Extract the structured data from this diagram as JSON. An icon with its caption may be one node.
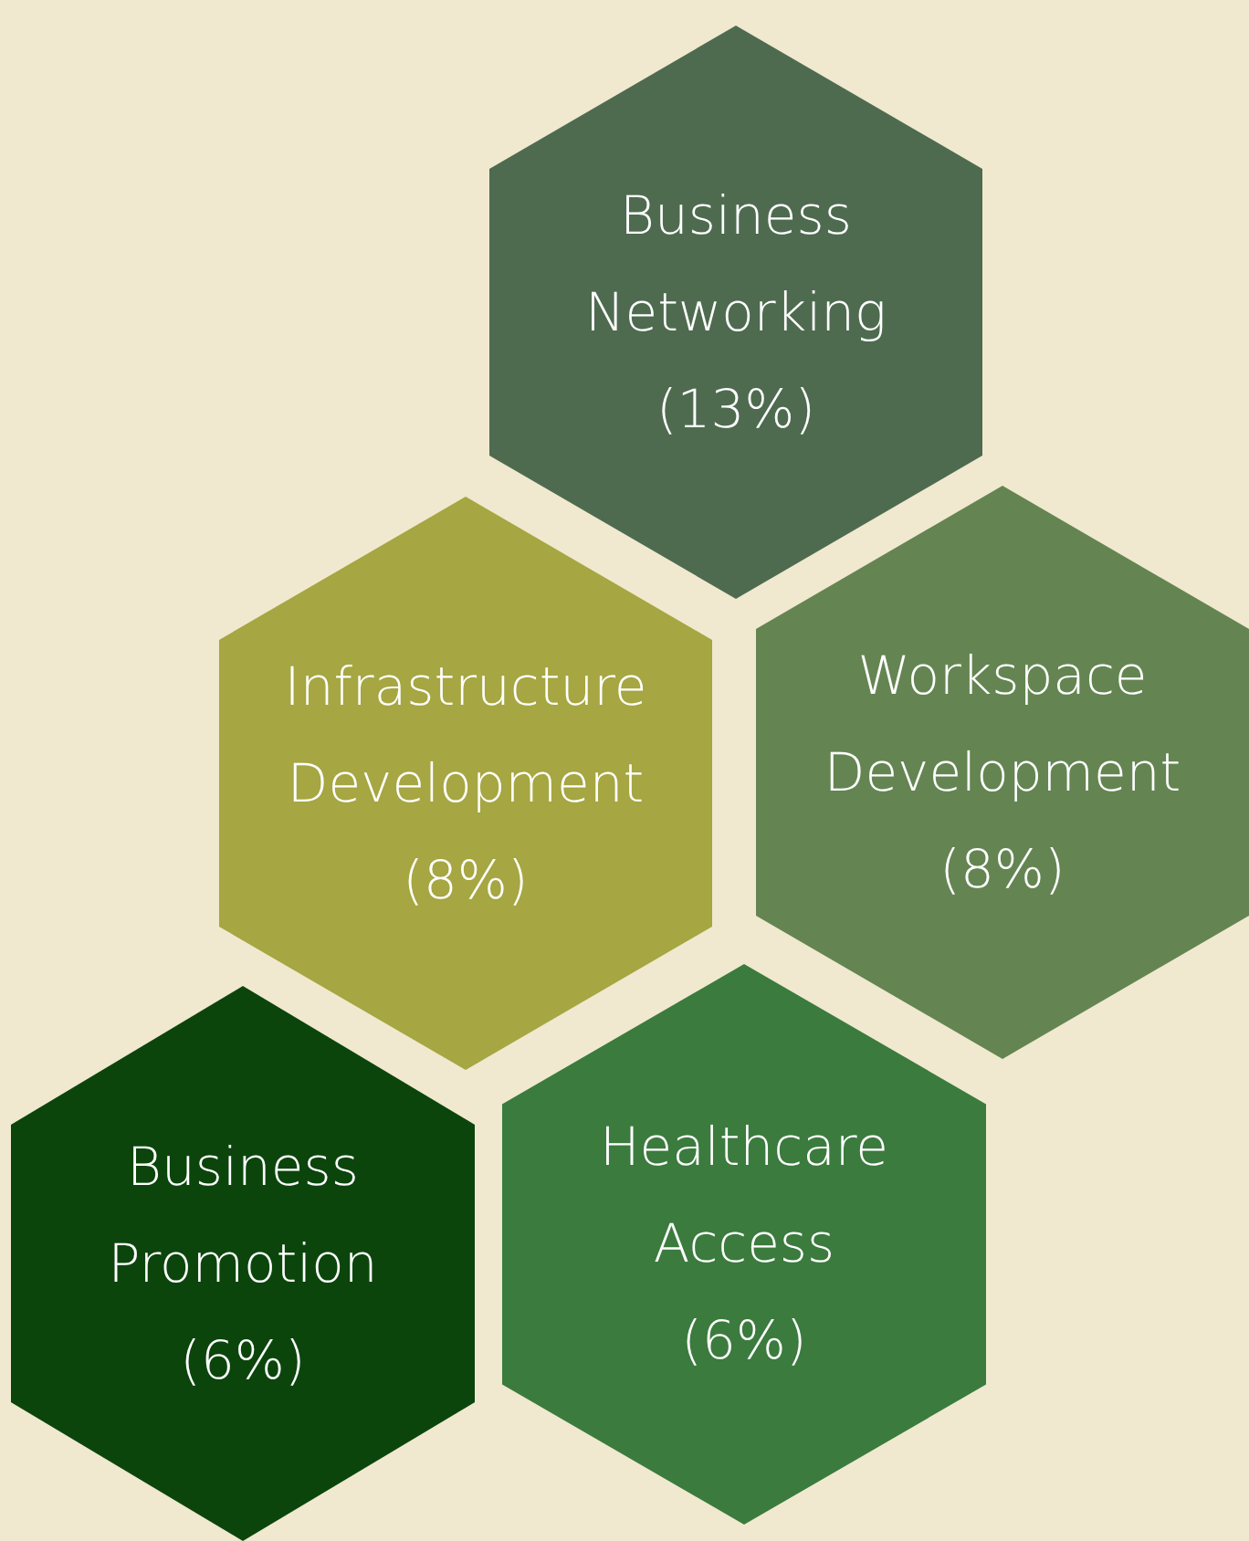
{
  "diagram": {
    "nodes": [
      {
        "text": [
          "Business Networking",
          "(13%)"
        ]
      },
      {
        "text": [
          "Infrastructure Development",
          "(8%)"
        ]
      },
      {
        "text": [
          "Workspace Development",
          "(8%)"
        ]
      },
      {
        "text": [
          "Business Promotion",
          "(6%)"
        ]
      },
      {
        "text": [
          "Healthcare Access",
          "(6%)"
        ]
      }
    ]
  }
}
